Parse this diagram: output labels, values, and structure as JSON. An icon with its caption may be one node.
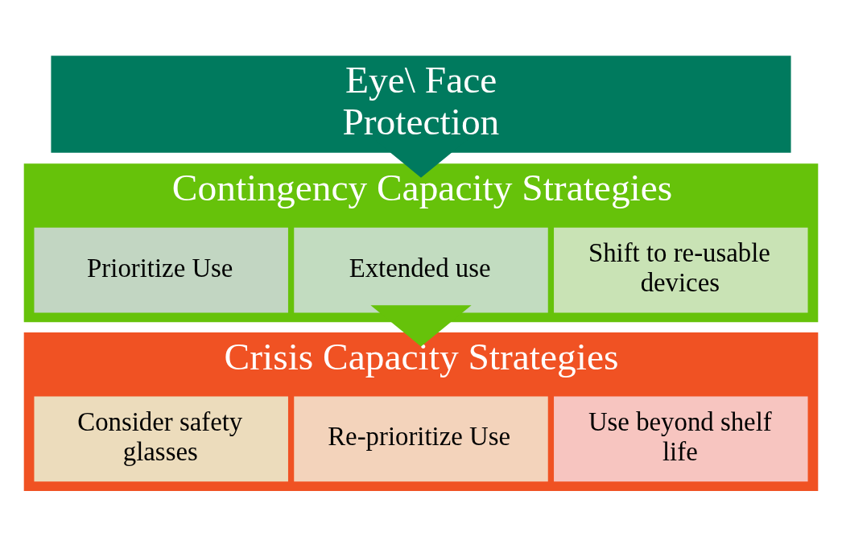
{
  "diagram": {
    "nodes": [
      {
        "text": [
          "Eye\\ Face Protection"
        ]
      },
      {
        "text": [
          "Contingency Capacity Strategies"
        ]
      },
      {
        "text": [
          "Shift to re-usable devices"
        ],
        "in": 1
      },
      {
        "text": [
          "Extended use"
        ],
        "in": 1
      },
      {
        "text": [
          "Prioritize Use"
        ],
        "in": 1
      },
      {
        "text": [
          "Crisis Capacity Strategies"
        ]
      },
      {
        "text": [
          "Use beyond shelf life"
        ],
        "in": 5
      },
      {
        "text": [
          "Re-prioritize Use"
        ],
        "in": 5
      },
      {
        "text": [
          "Consider safety glasses"
        ],
        "in": 5
      }
    ],
    "edges": [
      {
        "from": 0,
        "to": 1,
        "arrow": "to",
        "color": "#007a5e"
      },
      {
        "from": 1,
        "to": 5,
        "arrow": "to",
        "color": "#66c20a"
      }
    ]
  }
}
